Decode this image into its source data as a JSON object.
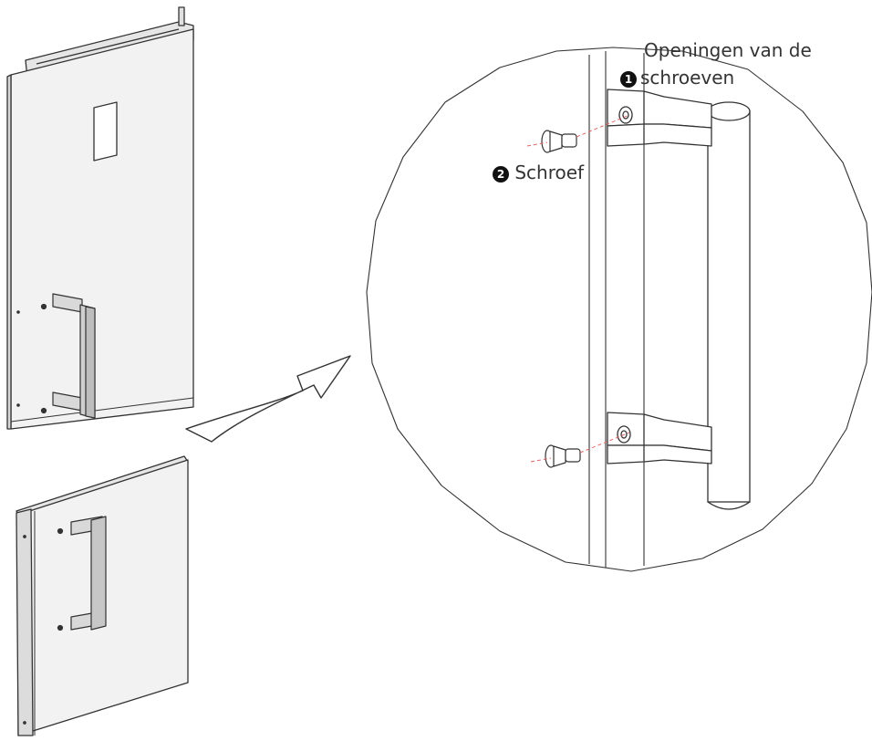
{
  "callouts": {
    "openings": {
      "number": "1",
      "line1": "Openingen van de",
      "line2": "schroeven"
    },
    "screw": {
      "number": "2",
      "label": "Schroef"
    }
  },
  "colors": {
    "line": "#333333",
    "panel": "#f1f1f1",
    "dash": "#e06666",
    "badge": "#111111"
  }
}
